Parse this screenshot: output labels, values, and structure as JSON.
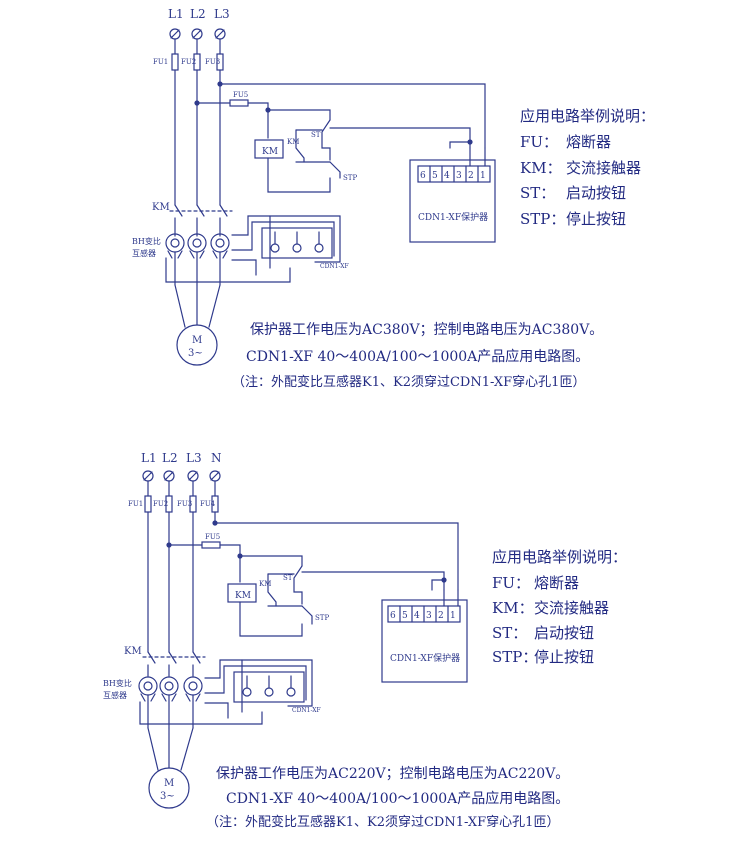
{
  "colors": {
    "line": "#2f3a8c",
    "caption": "#222a82"
  },
  "diagrams": [
    {
      "phases": [
        "L1",
        "L2",
        "L3"
      ],
      "fuses": [
        "FU1",
        "FU2",
        "FU3"
      ],
      "control_fuse": "FU5",
      "contactor_coil": "KM",
      "contact_km": "KM",
      "contact_st": "ST",
      "contact_stp": "STP",
      "main_contactor": "KM",
      "transformer_label": [
        "BH变比",
        "互感器"
      ],
      "cdn_small_label": "CDN1-XF",
      "terminals": [
        "6",
        "5",
        "4",
        "3",
        "2",
        "1"
      ],
      "protector_label": "CDN1-XF保护器",
      "motor": [
        "M",
        "3~"
      ],
      "legend": {
        "title": "应用电路举例说明：",
        "items": [
          {
            "key": "FU：",
            "value": "熔断器"
          },
          {
            "key": "KM：",
            "value": "交流接触器"
          },
          {
            "key": "ST：",
            "value": "启动按钮"
          },
          {
            "key": "STP：",
            "value": "停止按钮"
          }
        ]
      },
      "caption": [
        "保护器工作电压为AC380V；控制电路电压为AC380V。",
        "CDN1-XF 40～400A/100～1000A产品应用电路图。",
        "（注：外配变比互感器K1、K2须穿过CDN1-XF穿心孔1匝）"
      ]
    },
    {
      "phases": [
        "L1",
        "L2",
        "L3",
        "N"
      ],
      "fuses": [
        "FU1",
        "FU2",
        "FU3",
        "FU4"
      ],
      "control_fuse": "FU5",
      "contactor_coil": "KM",
      "contact_km": "KM",
      "contact_st": "ST",
      "contact_stp": "STP",
      "main_contactor": "KM",
      "transformer_label": [
        "BH变比",
        "互感器"
      ],
      "cdn_small_label": "CDN1-XF",
      "terminals": [
        "6",
        "5",
        "4",
        "3",
        "2",
        "1"
      ],
      "protector_label": "CDN1-XF保护器",
      "motor": [
        "M",
        "3~"
      ],
      "legend": {
        "title": "应用电路举例说明：",
        "items": [
          {
            "key": "FU：",
            "value": "熔断器"
          },
          {
            "key": "KM：",
            "value": "交流接触器"
          },
          {
            "key": "ST：",
            "value": "启动按钮"
          },
          {
            "key": "STP：",
            "value": "停止按钮"
          }
        ]
      },
      "caption": [
        "保护器工作电压为AC220V；控制电路电压为AC220V。",
        "CDN1-XF 40～400A/100～1000A产品应用电路图。",
        "（注：外配变比互感器K1、K2须穿过CDN1-XF穿心孔1匝）"
      ]
    }
  ]
}
